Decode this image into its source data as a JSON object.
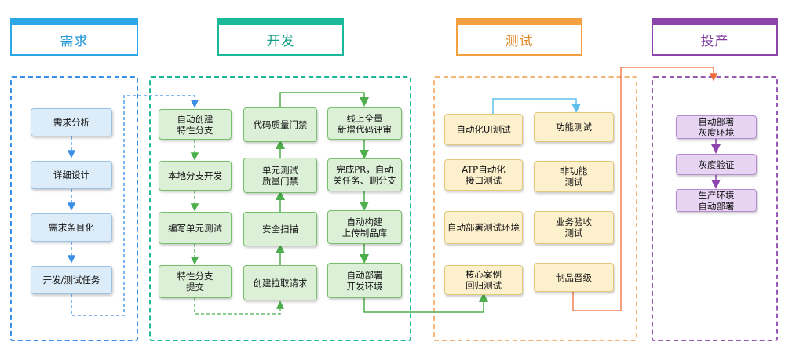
{
  "phases": {
    "requirements": {
      "title": "需求",
      "color": "#2aa8e6",
      "boxes": [
        "需求分析",
        "详细设计",
        "需求条目化",
        "开发/测试任务"
      ]
    },
    "development": {
      "title": "开发",
      "color": "#1cb89a",
      "col1": [
        "自动创建\n特性分支",
        "本地分支开发",
        "编写单元测试",
        "特性分支\n提交"
      ],
      "col2": [
        "代码质量门禁",
        "单元测试\n质量门禁",
        "安全扫描",
        "创建拉取请求"
      ],
      "col3": [
        "线上全量\n新增代码评审",
        "完成PR，自动\n关任务、删分支",
        "自动构建\n上传制品库",
        "自动部署\n开发环境"
      ]
    },
    "testing": {
      "title": "测试",
      "color": "#f5a040",
      "col1": [
        "自动化UI测试",
        "ATP自动化\n接口测试",
        "自动部署测试环境",
        "核心案例\n回归测试"
      ],
      "col2": [
        "功能测试",
        "非功能\n测试",
        "业务验收\n测试",
        "制品晋级"
      ]
    },
    "production": {
      "title": "投产",
      "color": "#8e44ad",
      "boxes": [
        "自动部署\n灰度环境",
        "灰度验证",
        "生产环境\n自动部署"
      ]
    }
  },
  "connector_colors": {
    "blue": "#3a8ee6",
    "green": "#4cae4c",
    "light_blue": "#5bc0eb",
    "orange": "#f06a3a"
  }
}
